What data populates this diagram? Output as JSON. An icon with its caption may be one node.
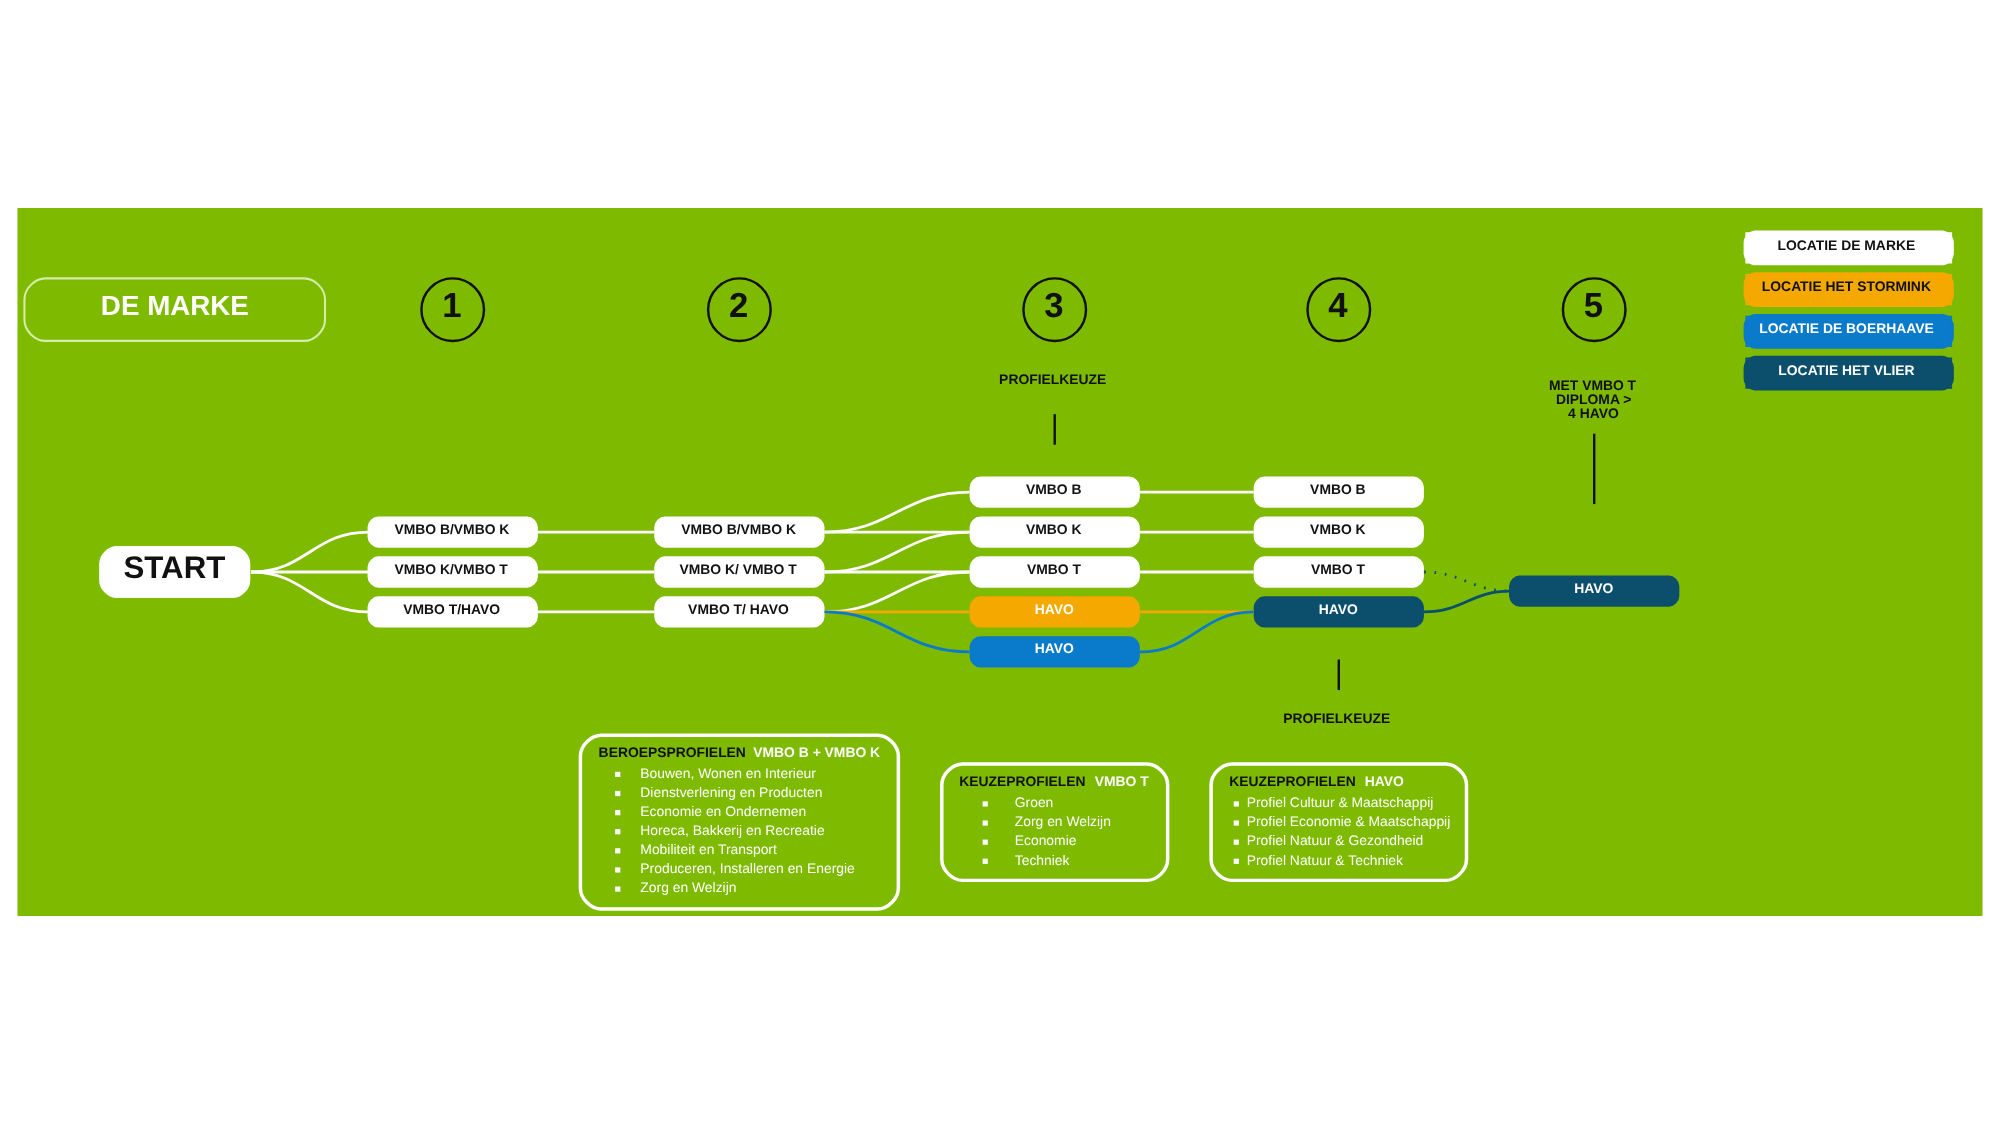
{
  "diagram": {
    "nodes": [
      {
        "text": [
          "DE MARKE"
        ]
      },
      {
        "text": [
          "1"
        ]
      },
      {
        "text": [
          "2"
        ]
      },
      {
        "text": [
          "3"
        ]
      },
      {
        "text": [
          "4"
        ]
      },
      {
        "text": [
          "5"
        ]
      },
      {
        "text": [
          "PROFIELKEUZE"
        ]
      },
      {
        "text": [
          "START"
        ]
      },
      {
        "text": [
          "VMBO B/VMBO K"
        ]
      },
      {
        "text": [
          "VMBO K/VMBO T"
        ]
      },
      {
        "text": [
          "VMBO T/HAVO"
        ]
      },
      {
        "text": [
          "VMBO B/VMBO K"
        ]
      },
      {
        "text": [
          "VMBO K/ VMBO T"
        ]
      },
      {
        "text": [
          "VMBO T/ HAVO"
        ]
      },
      {
        "text": [
          "VMBO B"
        ]
      },
      {
        "text": [
          "VMBO K"
        ]
      },
      {
        "text": [
          "VMBO T"
        ]
      },
      {
        "text": [
          "HAVO"
        ]
      },
      {
        "text": [
          "HAVO"
        ]
      },
      {
        "text": [
          "VMBO B"
        ]
      },
      {
        "text": [
          "VMBO K"
        ]
      },
      {
        "text": [
          "VMBO T"
        ]
      },
      {
        "text": [
          "HAVO"
        ]
      },
      {
        "text": [
          "MET VMBO T DIPLOMA > 4 HAVO"
        ]
      },
      {
        "text": [
          "HAVO"
        ]
      },
      {
        "text": [
          "PROFIELKEUZE"
        ]
      },
      {
        "text": [
          "BEROEPSPROFIELEN",
          "VMBO B + VMBO K",
          "Bouwen, Wonen en Interieur",
          "Dienstverlening en Producten",
          "Economie en Ondernemen",
          "Horeca, Bakkerij en Recreatie",
          "Mobiliteit en Transport",
          "Produceren, Installeren en Energie",
          "Zorg en Welzijn"
        ]
      },
      {
        "text": [
          "KEUZEPROFIELEN",
          "VMBO T",
          "Groen",
          "Zorg en Welzijn",
          "Economie",
          "Techniek"
        ]
      },
      {
        "text": [
          "KEUZEPROFIELEN",
          "HAVO",
          "Profiel Cultuur & Maatschappij",
          "Profiel Economie & Maatschappij",
          "Profiel Natuur & Gezondheid",
          "Profiel Natuur & Techniek"
        ]
      }
    ],
    "edges": [
      {
        "from": 7,
        "to": 8,
        "arrow": "none"
      },
      {
        "from": 7,
        "to": 9,
        "arrow": "none"
      },
      {
        "from": 7,
        "to": 10,
        "arrow": "none"
      },
      {
        "from": 8,
        "to": 11,
        "arrow": "none"
      },
      {
        "from": 9,
        "to": 12,
        "arrow": "none"
      },
      {
        "from": 10,
        "to": 13,
        "arrow": "none"
      },
      {
        "from": 11,
        "to": 14,
        "arrow": "none"
      },
      {
        "from": 11,
        "to": 15,
        "arrow": "none"
      },
      {
        "from": 12,
        "to": 15,
        "arrow": "none"
      },
      {
        "from": 12,
        "to": 16,
        "arrow": "none"
      },
      {
        "from": 13,
        "to": 16,
        "arrow": "none"
      },
      {
        "from": 13,
        "to": 17,
        "arrow": "none",
        "color": "#f5a800"
      },
      {
        "from": 13,
        "to": 18,
        "arrow": "none",
        "color": "#0a7acb"
      },
      {
        "from": 14,
        "to": 19,
        "arrow": "none"
      },
      {
        "from": 15,
        "to": 20,
        "arrow": "none"
      },
      {
        "from": 16,
        "to": 21,
        "arrow": "none"
      },
      {
        "from": 17,
        "to": 22,
        "arrow": "none",
        "color": "#f5a800"
      },
      {
        "from": 18,
        "to": 22,
        "arrow": "none",
        "color": "#0a7acb"
      },
      {
        "from": 21,
        "to": 24,
        "arrow": "none",
        "style": "dashed",
        "color": "#0b4f6c"
      },
      {
        "from": 22,
        "to": 24,
        "arrow": "none",
        "color": "#0b4f6c"
      },
      {
        "from": 6,
        "to": null,
        "arrow": "none",
        "color": "#111111"
      },
      {
        "from": 25,
        "to": null,
        "arrow": "none",
        "color": "#111111"
      },
      {
        "from": 23,
        "to": null,
        "arrow": "none",
        "color": "#111111"
      }
    ],
    "legend": [
      {
        "text": "LOCATIE DE MARKE",
        "color": "#ffffff"
      },
      {
        "text": "LOCATIE HET STORMINK",
        "color": "#f5a800"
      },
      {
        "text": "LOCATIE DE BOERHAAVE",
        "color": "#0a7acb"
      },
      {
        "text": "LOCATIE HET VLIER",
        "color": "#0b4f6c"
      }
    ]
  }
}
